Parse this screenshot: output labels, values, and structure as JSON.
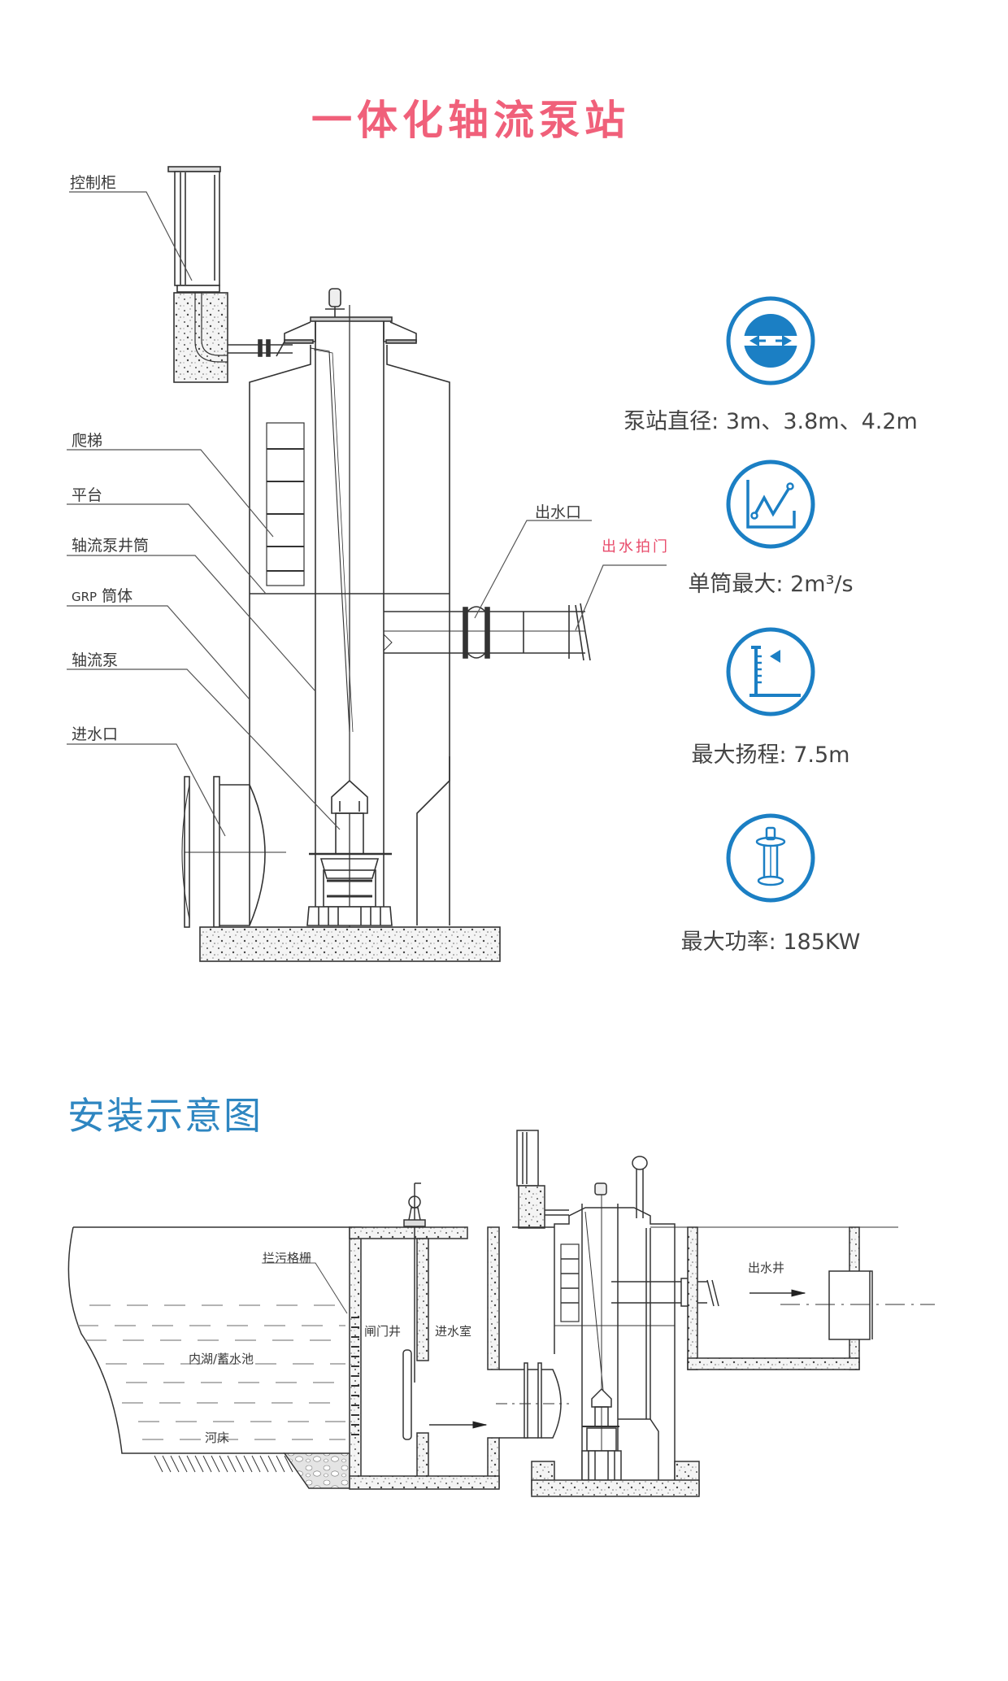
{
  "page_title": "一体化轴流泵站",
  "colors": {
    "title": "#f0607a",
    "accent_blue": "#1b7fc4",
    "red_label": "#e84a6a",
    "line": "#333333"
  },
  "structure_diagram": {
    "labels": {
      "control_cabinet": "控制柜",
      "ladder": "爬梯",
      "platform": "平台",
      "pump_well": "轴流泵井筒",
      "grp_body_prefix": "GRP",
      "grp_body": "筒体",
      "axial_pump": "轴流泵",
      "inlet": "进水口",
      "outlet": "出水口",
      "flap_gate": "出水拍门"
    }
  },
  "specs": [
    {
      "icon": "diameter-icon",
      "label": "泵站直径: 3m、3.8m、4.2m"
    },
    {
      "icon": "flow-chart-icon",
      "label": "单筒最大: 2m³/s"
    },
    {
      "icon": "head-gauge-icon",
      "label": "最大扬程: 7.5m"
    },
    {
      "icon": "pump-icon",
      "label": "最大功率: 185KW"
    }
  ],
  "installation": {
    "title": "安装示意图",
    "labels": {
      "trash_rack": "拦污格栅",
      "gate_well": "闸门井",
      "inlet_room": "进水室",
      "lake": "内湖/蓄水池",
      "riverbed": "河床",
      "outlet_well": "出水井"
    }
  }
}
